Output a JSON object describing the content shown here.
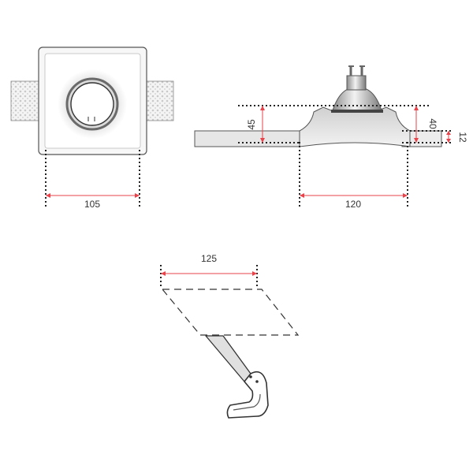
{
  "dimensions": {
    "top_view_width": "105",
    "side_height": "45",
    "side_width": "120",
    "lamp_height": "40",
    "flange_thickness": "12",
    "cutout_width": "125"
  },
  "colors": {
    "dimension_line": "#e8434b",
    "outline": "#444444",
    "dotted": "#222222",
    "shading": "#bfbfbf"
  },
  "icons": {
    "lamp": "gu10-bulb-icon",
    "trowel": "trowel-icon"
  }
}
